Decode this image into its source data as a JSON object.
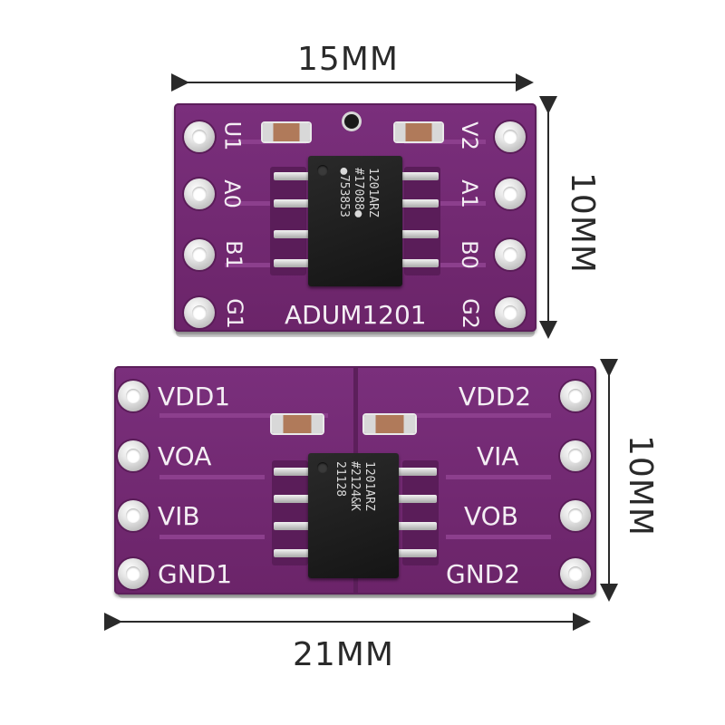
{
  "dimensions": {
    "top_width": "15MM",
    "top_height": "10MM",
    "bottom_height": "10MM",
    "bottom_width": "21MM"
  },
  "board_top": {
    "left_pins": [
      "U1",
      "A0",
      "B1",
      "G1"
    ],
    "right_pins": [
      "V2",
      "A1",
      "B0",
      "G2"
    ],
    "part_name": "ADUM1201",
    "chip_marking": "1201ARZ\n#17088●\n●753853"
  },
  "board_bottom": {
    "left_pins": [
      "VDD1",
      "VOA",
      "VIB",
      "GND1"
    ],
    "right_pins": [
      "VDD2",
      "VIA",
      "VOB",
      "GND2"
    ],
    "chip_marking": "1201ARZ\n#2124&K\n21128"
  },
  "colors": {
    "pcb": "#6e2670",
    "silkscreen": "#f4eef4",
    "chip": "#1a1a1a",
    "dimension_ink": "#2a2a2a"
  }
}
